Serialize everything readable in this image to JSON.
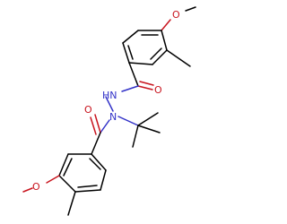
{
  "molecule": {
    "atoms": {
      "o_methoxy_top": "O",
      "o_carbonyl_upper": "O",
      "nh_upper": "HN",
      "o_carbonyl_lower": "O",
      "n_lower": "N",
      "o_methoxy_lower": "O"
    },
    "colors": {
      "bond": "#000000",
      "oxygen": "#c8141e",
      "nitrogen": "#3232c8"
    }
  }
}
